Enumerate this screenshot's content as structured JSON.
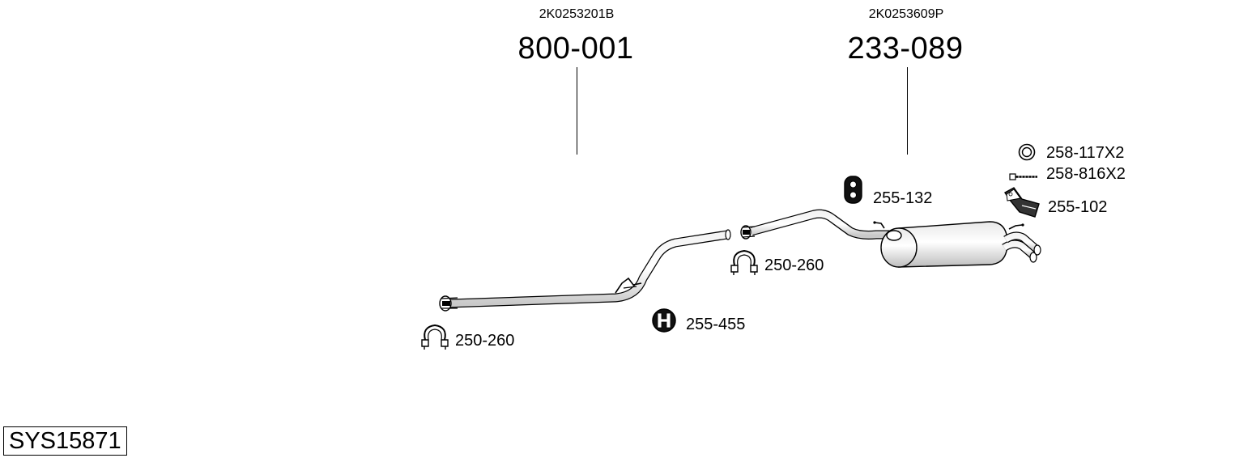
{
  "diagram_id": "SYS15871",
  "assemblies": [
    {
      "oem_number": "2K0253201B",
      "part_number": "800-001"
    },
    {
      "oem_number": "2K0253609P",
      "part_number": "233-089"
    }
  ],
  "components": [
    {
      "icon": "clamp-icon",
      "part_number": "250-260"
    },
    {
      "icon": "rubber-mount-icon",
      "part_number": "255-455"
    },
    {
      "icon": "clamp-icon",
      "part_number": "250-260"
    },
    {
      "icon": "rubber-hanger-icon",
      "part_number": "255-132"
    },
    {
      "icon": "washer-ring-icon",
      "part_number": "258-117X2"
    },
    {
      "icon": "bolt-icon",
      "part_number": "258-816X2"
    },
    {
      "icon": "bracket-icon",
      "part_number": "255-102"
    }
  ]
}
